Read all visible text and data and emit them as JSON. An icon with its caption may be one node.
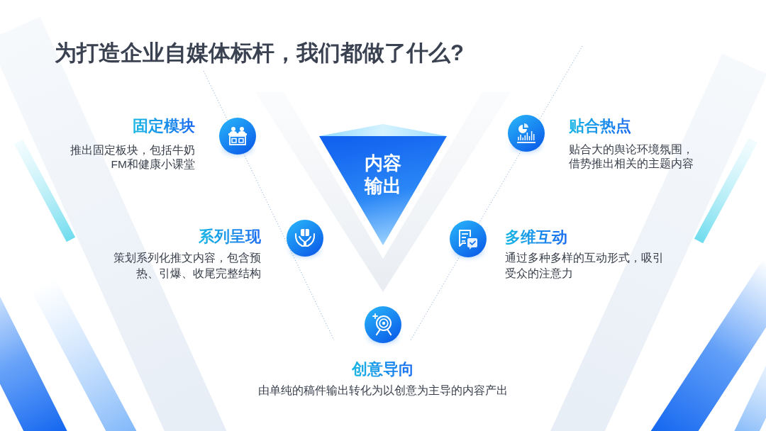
{
  "diagram": {
    "title": "为打造企业自媒体标杆，我们都做了什么?",
    "nodes": [
      {
        "text": [
          "固定模块",
          "推出固定板块，包括牛奶FM和健康小课堂"
        ]
      },
      {
        "text": [
          "内容输出"
        ]
      },
      {
        "text": [
          "贴合热点",
          "贴合大的舆论环境氛围，借势推出相关的主题内容"
        ]
      },
      {
        "text": [
          "系列呈现",
          "策划系列化推文内容，包含预热、引爆、收尾完整结构"
        ]
      },
      {
        "text": [
          "多维互动",
          "通过多种多样的互动形式，吸引受众的注意力"
        ]
      },
      {
        "text": [
          "创意导向",
          "由单纯的稿件输出转化为以创意为主导的内容产出"
        ]
      }
    ]
  }
}
